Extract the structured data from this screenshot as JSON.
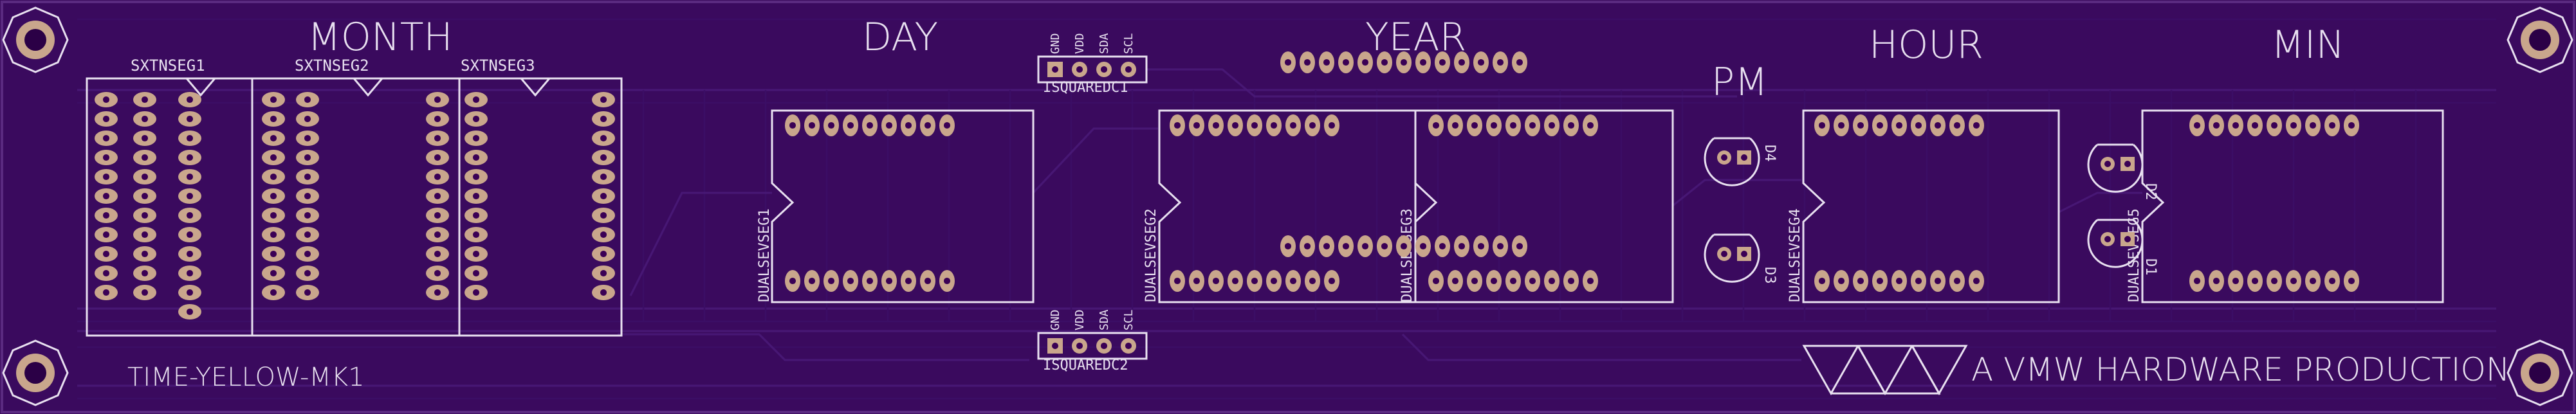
{
  "board": {
    "colors": {
      "mask": "#3a0a5e",
      "silk": "#e8e0f0",
      "pad": "#c9a68c"
    }
  },
  "labels": {
    "month": "MONTH",
    "day": "DAY",
    "year": "YEAR",
    "pm": "PM",
    "hour": "HOUR",
    "min": "MIN",
    "title": "TIME-YELLOW-MK1",
    "credit": "A VMW HARDWARE PRODUCTION"
  },
  "refs": {
    "sxtnseg1": "SXTNSEG1",
    "sxtnseg2": "SXTNSEG2",
    "sxtnseg3": "SXTNSEG3",
    "dualsevseg1": "DUALSEVSEG1",
    "dualsevseg2": "DUALSEVSEG2",
    "dualsevseg3": "DUALSEVSEG3",
    "dualsevseg4": "DUALSEVSEG4",
    "dualsevseg5": "DUALSEVSEG5",
    "isquaredc1": "ISQUAREDC1",
    "isquaredc2": "ISQUAREDC2",
    "d1": "D1",
    "d2": "D2",
    "d3": "D3",
    "d4": "D4"
  },
  "i2c_pins": [
    "GND",
    "VDD",
    "SDA",
    "SCL"
  ]
}
